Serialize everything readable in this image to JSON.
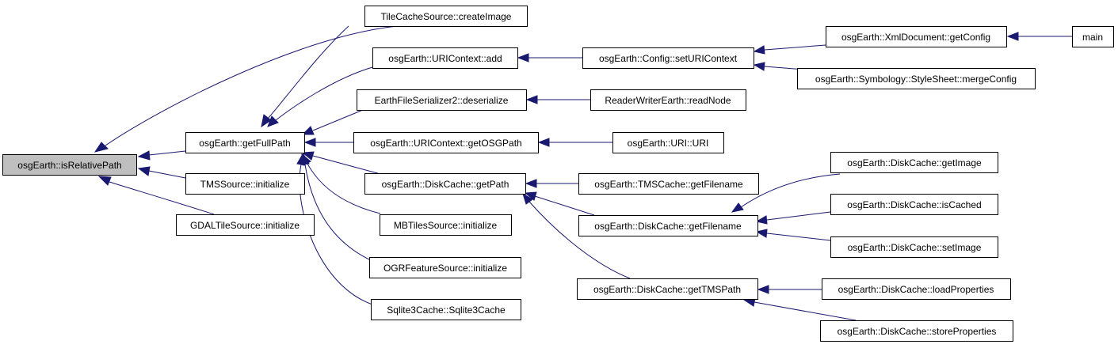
{
  "colors": {
    "edge": "#191970",
    "root_fill": "#bfbfbf",
    "node_fill": "#ffffff",
    "node_border": "#000000"
  },
  "nodes": {
    "isRelativePath": "osgEarth::isRelativePath",
    "getFullPath": "osgEarth::getFullPath",
    "tmsSourceInit": "TMSSource::initialize",
    "gdalInit": "GDALTileSource::initialize",
    "tileCacheCreate": "TileCacheSource::createImage",
    "uriContextAdd": "osgEarth::URIContext::add",
    "earthDeserialize": "EarthFileSerializer2::deserialize",
    "uriGetOSGPath": "osgEarth::URIContext::getOSGPath",
    "diskCacheGetPath": "osgEarth::DiskCache::getPath",
    "mbtilesInit": "MBTilesSource::initialize",
    "ogrInit": "OGRFeatureSource::initialize",
    "sqlite3Cache": "Sqlite3Cache::Sqlite3Cache",
    "configSetURIContext": "osgEarth::Config::setURIContext",
    "readNode": "ReaderWriterEarth::readNode",
    "uriURI": "osgEarth::URI::URI",
    "tmsGetFilename": "osgEarth::TMSCache::getFilename",
    "diskGetFilename": "osgEarth::DiskCache::getFilename",
    "diskGetTMSPath": "osgEarth::DiskCache::getTMSPath",
    "xmlGetConfig": "osgEarth::XmlDocument::getConfig",
    "styleMergeConfig": "osgEarth::Symbology::StyleSheet::mergeConfig",
    "main": "main",
    "diskGetImage": "osgEarth::DiskCache::getImage",
    "diskIsCached": "osgEarth::DiskCache::isCached",
    "diskSetImage": "osgEarth::DiskCache::setImage",
    "diskLoadProps": "osgEarth::DiskCache::loadProperties",
    "diskStoreProps": "osgEarth::DiskCache::storeProperties"
  }
}
